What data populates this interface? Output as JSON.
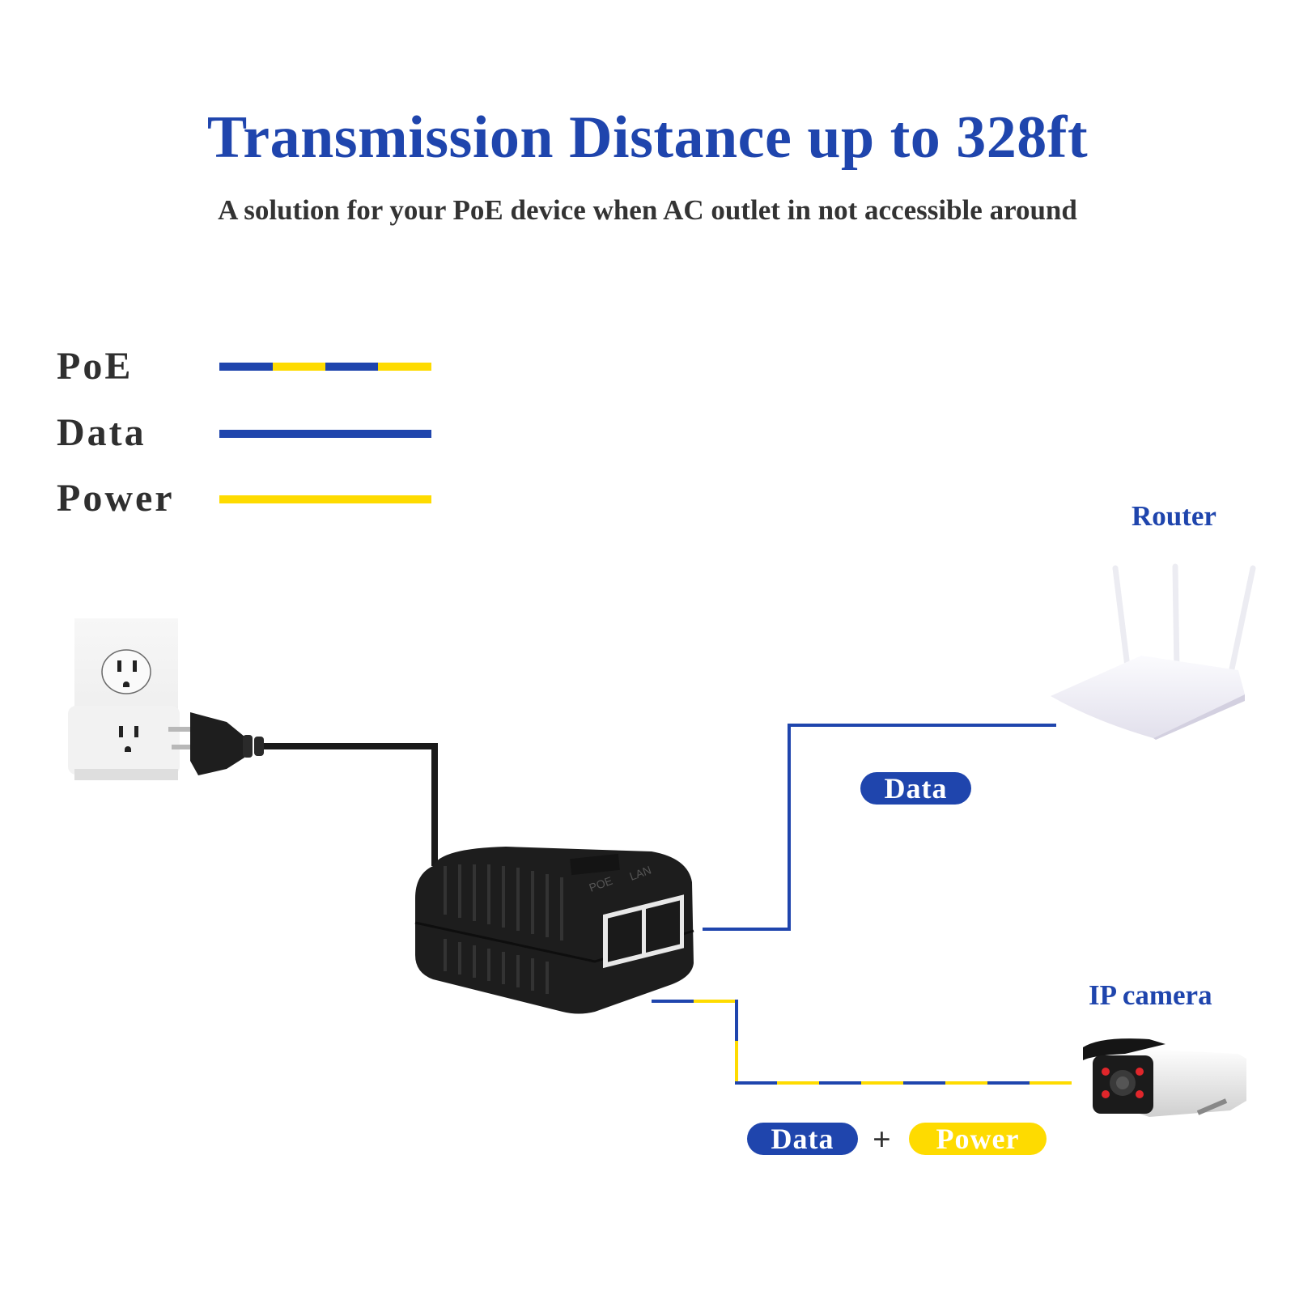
{
  "header": {
    "title": "Transmission Distance up to 328ft",
    "subtitle": "A solution for your PoE device when AC outlet in not accessible around"
  },
  "legend": {
    "items": [
      {
        "label": "PoE",
        "style": "dashed-blue-yellow"
      },
      {
        "label": "Data",
        "style": "solid-blue"
      },
      {
        "label": "Power",
        "style": "solid-yellow"
      }
    ]
  },
  "colors": {
    "data_blue": "#1f45ad",
    "power_yellow": "#fedb00",
    "text_dark": "#333333"
  },
  "devices": {
    "outlet": {
      "name": "wall-outlet-icon"
    },
    "injector": {
      "name": "poe-injector-icon",
      "port_labels": [
        "POE",
        "LAN"
      ]
    },
    "router": {
      "label": "Router"
    },
    "camera": {
      "label": "IP camera"
    }
  },
  "connections": {
    "router_link": {
      "pill": "Data"
    },
    "camera_link": {
      "pill_data": "Data",
      "plus": "+",
      "pill_power": "Power"
    }
  }
}
